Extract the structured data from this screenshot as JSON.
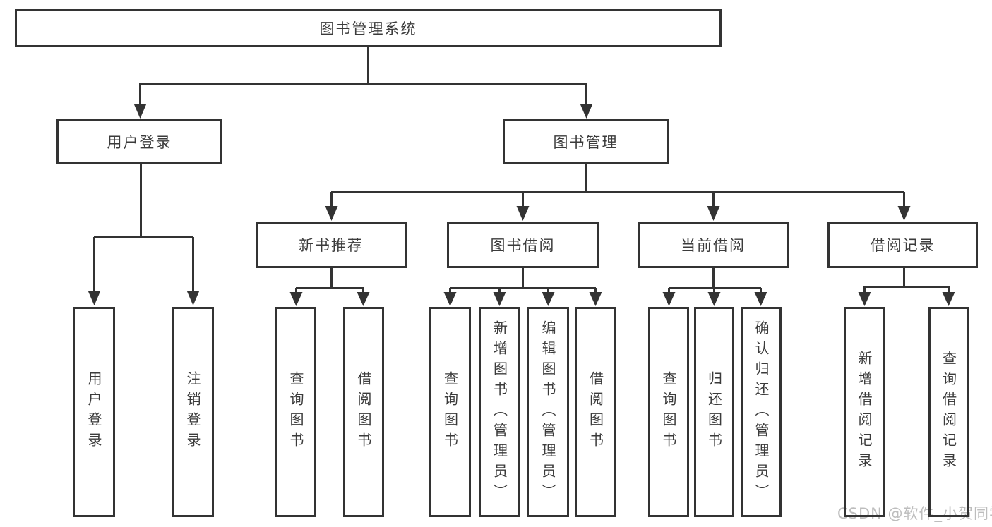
{
  "diagram": {
    "root": "图书管理系统",
    "user_login": {
      "label": "用户登录",
      "children": [
        "用户登录",
        "注销登录"
      ]
    },
    "book_management": {
      "label": "图书管理",
      "sections": [
        {
          "label": "新书推荐",
          "children": [
            "查询图书",
            "借阅图书"
          ]
        },
        {
          "label": "图书借阅",
          "children": [
            "查询图书",
            "新增图书（管理员）",
            "编辑图书（管理员）",
            "借阅图书"
          ]
        },
        {
          "label": "当前借阅",
          "children": [
            "查询图书",
            "归还图书",
            "确认归还（管理员）"
          ]
        },
        {
          "label": "借阅记录",
          "children": [
            "新增借阅记录",
            "查询借阅记录"
          ]
        }
      ]
    },
    "watermark": "CSDN @软件_小贺同学",
    "colors": {
      "line": "#333333",
      "text": "#3b3b3b",
      "watermark": "#bdbdbd",
      "background": "#ffffff"
    }
  }
}
